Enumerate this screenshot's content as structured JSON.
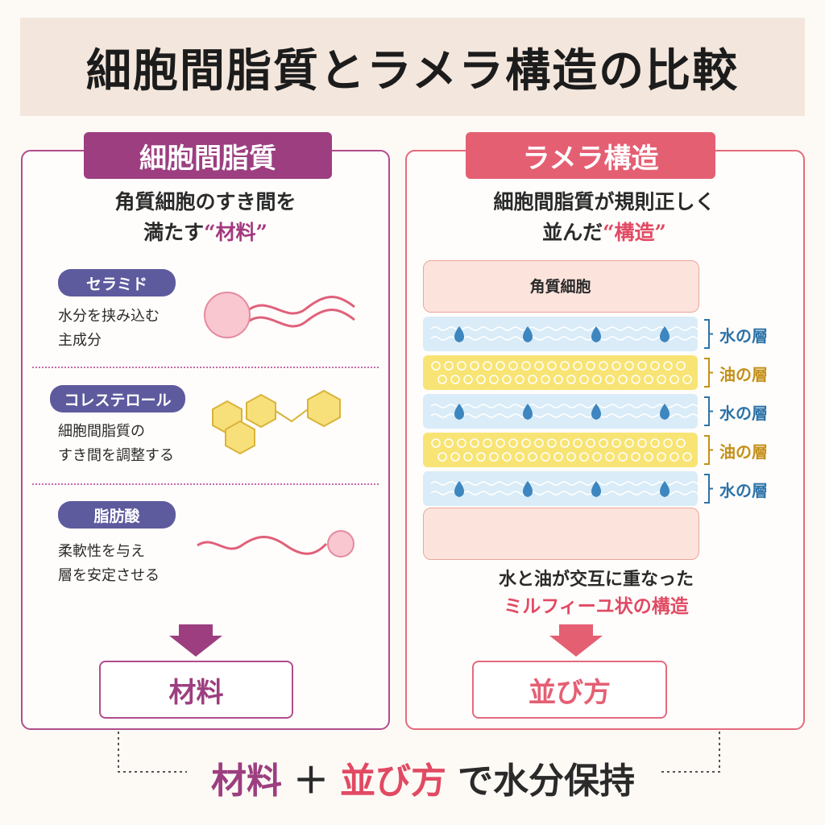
{
  "title": "細胞間脂質とラメラ構造の比較",
  "left": {
    "heading": "細胞間脂質",
    "desc_line1": "角質細胞のすき間を",
    "desc_line2_pre": "満たす",
    "desc_line2_quote": "“材料”",
    "items": [
      {
        "name": "セラミド",
        "line1": "水分を挟み込む",
        "line2": "主成分",
        "icon": "ceramide-molecule-icon"
      },
      {
        "name": "コレステロール",
        "line1": "細胞間脂質の",
        "line2": "すき間を調整する",
        "icon": "cholesterol-hexagon-icon"
      },
      {
        "name": "脂肪酸",
        "line1": "柔軟性を与え",
        "line2": "層を安定させる",
        "icon": "fatty-acid-molecule-icon"
      }
    ],
    "result": "材料",
    "color": "#9c3e80"
  },
  "right": {
    "heading": "ラメラ構造",
    "desc_line1": "細胞間脂質が規則正しく",
    "desc_line2_pre": "並んだ",
    "desc_line2_quote": "“構造”",
    "top_cell_label": "角質細胞",
    "layers": [
      {
        "type": "water",
        "label": "水の層"
      },
      {
        "type": "oil",
        "label": "油の層"
      },
      {
        "type": "water",
        "label": "水の層"
      },
      {
        "type": "oil",
        "label": "油の層"
      },
      {
        "type": "water",
        "label": "水の層"
      }
    ],
    "caption_line1": "水と油が交互に重なった",
    "caption_line2": "ミルフィーユ状の構造",
    "result": "並び方",
    "color": "#e55f73"
  },
  "bottom": {
    "part1": "材料",
    "plus": "＋",
    "part2": "並び方",
    "part3": "で水分保持"
  }
}
